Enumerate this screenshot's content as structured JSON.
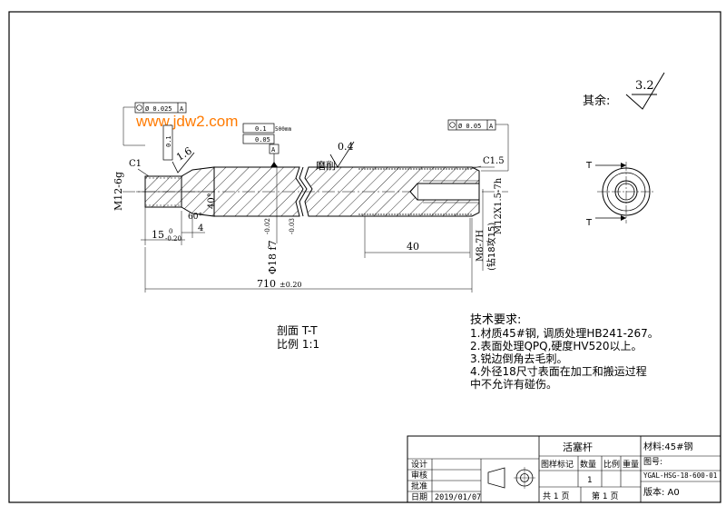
{
  "watermark": "www.jdw2.com",
  "roughness": {
    "label": "其余:",
    "value": "3.2"
  },
  "dims": {
    "c1": "C1",
    "c15": "C1.5",
    "thread_left": "M12-6g",
    "thread_right": "M12X1.5-7h",
    "rough16": "1.6",
    "rough04": "0.4",
    "grind": "磨削",
    "angle40": "40°",
    "angle60": "60°",
    "len15": "15",
    "tol15_up": "0",
    "tol15_low": "-0.20",
    "len4": "4",
    "dia18": "Φ18 f7",
    "tol18_up": "-0.02",
    "tol18_low": "-0.03",
    "len40": "40",
    "hole": "M8-7H",
    "hole_depth": "(钻18攻15)",
    "total": "710",
    "total_tol": "±0.20"
  },
  "gdt": {
    "left_top": "Ø 0.025",
    "left_top_ref": "A",
    "mid_a": "0.1",
    "mid_b": "0.05",
    "mid_c": "0.1",
    "mid_len": "500mm",
    "mid_ref": "A",
    "right": "Ø 0.05",
    "right_ref": "A"
  },
  "section": {
    "title": "剖面 T-T",
    "scale": "比例 1:1",
    "mark": "T"
  },
  "notes": {
    "title": "技术要求:",
    "items": [
      "1.材质45#钢, 调质处理HB241-267。",
      "2.表面处理QPQ,硬度HV520以上。",
      "3.锐边倒角去毛刺。",
      "4.外径18尺寸表面在加工和搬运过程",
      "中不允许有碰伤。"
    ]
  },
  "title_block": {
    "part_name": "活塞杆",
    "material": "材料:45#钢",
    "drawing_no_label": "图号:",
    "drawing_no": "YGAL-HSG-18-600-01",
    "version": "版本: A0",
    "design": "设计",
    "review": "审核",
    "approve": "批准",
    "date_label": "日期",
    "date": "2019/01/07",
    "col_mark": "图样标记",
    "col_qty": "数量",
    "col_ratio": "比例",
    "col_weight": "重量",
    "qty": "1",
    "total_pages": "共 1 页",
    "page": "第 1 页"
  }
}
